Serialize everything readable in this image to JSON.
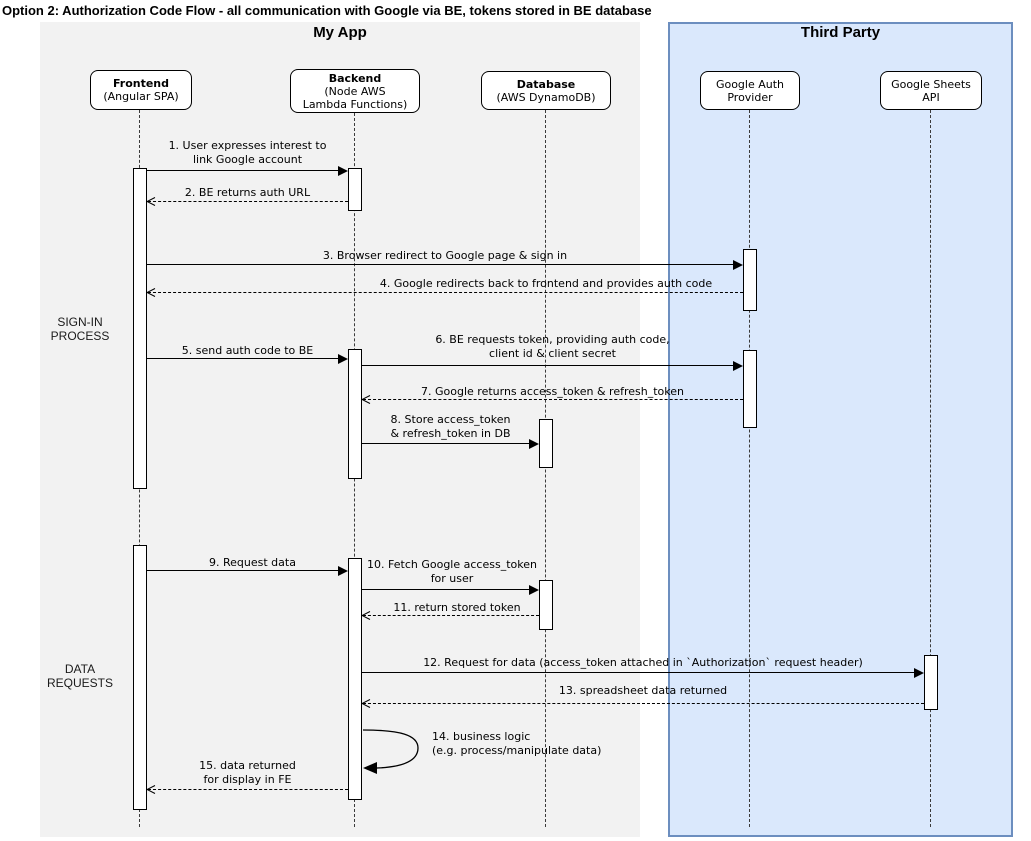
{
  "title": "Option 2: Authorization Code Flow - all communication with Google via BE, tokens stored in BE database",
  "groups": {
    "my_app": "My App",
    "third_party": "Third Party"
  },
  "participants": [
    {
      "id": "frontend",
      "name": "Frontend",
      "sub": "(Angular SPA)"
    },
    {
      "id": "backend",
      "name": "Backend",
      "sub": "(Node AWS\nLambda Functions)"
    },
    {
      "id": "database",
      "name": "Database",
      "sub": "(AWS DynamoDB)"
    },
    {
      "id": "google_auth_provider",
      "name": "Google Auth\nProvider",
      "sub": ""
    },
    {
      "id": "google_sheets_api",
      "name": "Google Sheets\nAPI",
      "sub": ""
    }
  ],
  "sections": [
    {
      "label": "SIGN-IN\nPROCESS"
    },
    {
      "label": "DATA\nREQUESTS"
    }
  ],
  "messages": [
    {
      "num": 1,
      "text": "1. User expresses interest to\nlink Google account",
      "from": "frontend",
      "to": "backend",
      "type": "solid"
    },
    {
      "num": 2,
      "text": "2. BE returns auth URL",
      "from": "backend",
      "to": "frontend",
      "type": "dashed"
    },
    {
      "num": 3,
      "text": "3. Browser redirect to Google page & sign in",
      "from": "frontend",
      "to": "google_auth_provider",
      "type": "solid"
    },
    {
      "num": 4,
      "text": "4. Google redirects back to frontend and provides auth code",
      "from": "google_auth_provider",
      "to": "frontend",
      "type": "dashed"
    },
    {
      "num": 5,
      "text": "5. send auth code to BE",
      "from": "frontend",
      "to": "backend",
      "type": "solid"
    },
    {
      "num": 6,
      "text": "6. BE requests token, providing auth code,\nclient id & client secret",
      "from": "backend",
      "to": "google_auth_provider",
      "type": "solid"
    },
    {
      "num": 7,
      "text": "7. Google returns access_token & refresh_token",
      "from": "google_auth_provider",
      "to": "backend",
      "type": "dashed"
    },
    {
      "num": 8,
      "text": "8. Store access_token\n& refresh_token in DB",
      "from": "backend",
      "to": "database",
      "type": "solid"
    },
    {
      "num": 9,
      "text": "9. Request data",
      "from": "frontend",
      "to": "backend",
      "type": "solid"
    },
    {
      "num": 10,
      "text": "10. Fetch Google access_token\nfor user",
      "from": "backend",
      "to": "database",
      "type": "solid"
    },
    {
      "num": 11,
      "text": "11. return stored token",
      "from": "database",
      "to": "backend",
      "type": "dashed"
    },
    {
      "num": 12,
      "text": "12. Request for data (access_token attached in `Authorization` request header)",
      "from": "backend",
      "to": "google_sheets_api",
      "type": "solid"
    },
    {
      "num": 13,
      "text": "13. spreadsheet data returned",
      "from": "google_sheets_api",
      "to": "backend",
      "type": "dashed"
    },
    {
      "num": 14,
      "text": "14. business logic\n(e.g. process/manipulate data)",
      "from": "backend",
      "to": "backend",
      "type": "self"
    },
    {
      "num": 15,
      "text": "15. data returned\nfor display in FE",
      "from": "backend",
      "to": "frontend",
      "type": "dashed"
    }
  ],
  "colors": {
    "my_app_bg": "#f2f2f2",
    "third_party_bg": "#dae8fc",
    "third_party_border": "#6c8ebf",
    "line": "#000000"
  }
}
